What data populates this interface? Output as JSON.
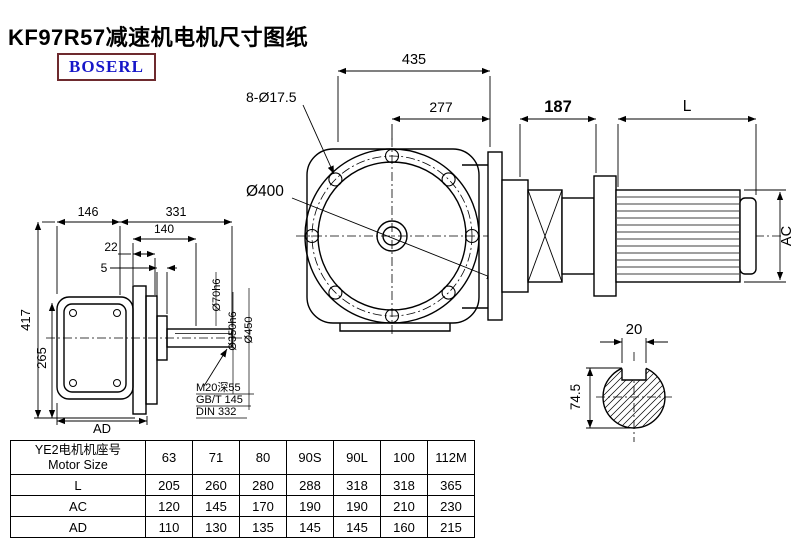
{
  "colors": {
    "line": "#000000",
    "background": "#ffffff",
    "logo_text": "#1616c8",
    "logo_border": "#6e2a2e"
  },
  "page": {
    "title": "KF97R57减速机电机尺寸图纸",
    "logo_text": "BOSERL"
  },
  "front_view": {
    "dim_total_width": "435",
    "dim_bolt_holes": "8-Ø17.5",
    "dim_inner_width": "277",
    "dim_flange_diameter": "Ø400"
  },
  "side_assembly": {
    "dim_adapter_length": "187",
    "dim_motor_length": "L",
    "dim_motor_diameter": "AC"
  },
  "left_view": {
    "dim_body_width": "146",
    "dim_total_length": "331",
    "dim_flange_offset": "140",
    "dim_hub": "22",
    "dim_gap": "5",
    "dim_total_height": "417",
    "dim_center_height": "265",
    "dim_motor_ad": "AD",
    "dim_shaft_diameter": "Ø70h6",
    "dim_spigot_diameter": "Ø350h6",
    "dim_flange_diameter": "Ø450",
    "note_tap": "M20深55",
    "note_standard_gb": "GB/T 145",
    "note_standard_din": "DIN 332"
  },
  "shaft_section": {
    "dim_keyway_width": "20",
    "dim_section_height": "74.5"
  },
  "table": {
    "header_line1": "YE2电机机座号",
    "header_line2": "Motor Size",
    "columns": [
      "63",
      "71",
      "80",
      "90S",
      "90L",
      "100",
      "112M"
    ],
    "rows": [
      {
        "label": "L",
        "values": [
          "205",
          "260",
          "280",
          "288",
          "318",
          "318",
          "365"
        ]
      },
      {
        "label": "AC",
        "values": [
          "120",
          "145",
          "170",
          "190",
          "190",
          "210",
          "230"
        ]
      },
      {
        "label": "AD",
        "values": [
          "110",
          "130",
          "135",
          "145",
          "145",
          "160",
          "215"
        ]
      }
    ]
  }
}
